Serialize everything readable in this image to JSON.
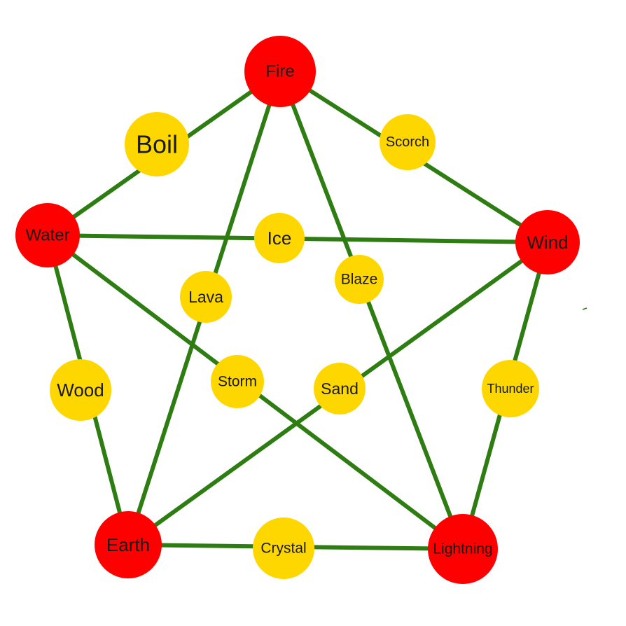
{
  "colors": {
    "background": "#ffffff",
    "edge": "#2e7d12",
    "primary_node": "#ff0000",
    "secondary_node": "#ffd700",
    "label": "#1a1a1a"
  },
  "nodes": {
    "fire": {
      "label": "Fire",
      "kind": "primary"
    },
    "water": {
      "label": "Water",
      "kind": "primary"
    },
    "wind": {
      "label": "Wind",
      "kind": "primary"
    },
    "earth": {
      "label": "Earth",
      "kind": "primary"
    },
    "lightning": {
      "label": "Lightning",
      "kind": "primary"
    },
    "boil": {
      "label": "Boil",
      "kind": "secondary"
    },
    "scorch": {
      "label": "Scorch",
      "kind": "secondary"
    },
    "ice": {
      "label": "Ice",
      "kind": "secondary"
    },
    "lava": {
      "label": "Lava",
      "kind": "secondary"
    },
    "blaze": {
      "label": "Blaze",
      "kind": "secondary"
    },
    "wood": {
      "label": "Wood",
      "kind": "secondary"
    },
    "storm": {
      "label": "Storm",
      "kind": "secondary"
    },
    "sand": {
      "label": "Sand",
      "kind": "secondary"
    },
    "thunder": {
      "label": "Thunder",
      "kind": "secondary"
    },
    "crystal": {
      "label": "Crystal",
      "kind": "secondary"
    }
  },
  "edges": [
    {
      "from": "fire",
      "to": "water",
      "via": "boil"
    },
    {
      "from": "fire",
      "to": "wind",
      "via": "scorch"
    },
    {
      "from": "water",
      "to": "wind",
      "via": "ice"
    },
    {
      "from": "fire",
      "to": "earth",
      "via": "lava"
    },
    {
      "from": "fire",
      "to": "lightning",
      "via": "blaze"
    },
    {
      "from": "water",
      "to": "earth",
      "via": "wood"
    },
    {
      "from": "water",
      "to": "lightning",
      "via": "storm"
    },
    {
      "from": "wind",
      "to": "earth",
      "via": "sand"
    },
    {
      "from": "wind",
      "to": "lightning",
      "via": "thunder"
    },
    {
      "from": "earth",
      "to": "lightning",
      "via": "crystal"
    }
  ]
}
